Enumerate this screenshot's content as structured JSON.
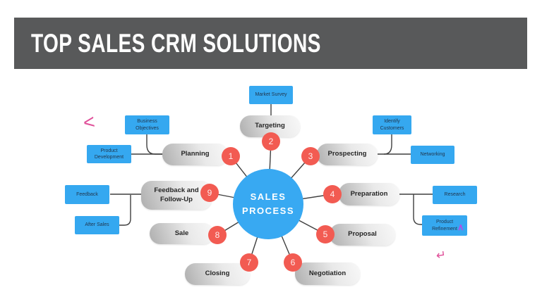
{
  "header": {
    "title": "TOP SALES CRM SOLUTIONS"
  },
  "center": {
    "label": "SALES PROCESS"
  },
  "steps": [
    {
      "num": "1",
      "label": "Planning"
    },
    {
      "num": "2",
      "label": "Targeting"
    },
    {
      "num": "3",
      "label": "Prospecting"
    },
    {
      "num": "4",
      "label": "Preparation"
    },
    {
      "num": "5",
      "label": "Proposal"
    },
    {
      "num": "6",
      "label": "Negotiation"
    },
    {
      "num": "7",
      "label": "Closing"
    },
    {
      "num": "8",
      "label": "Sale"
    },
    {
      "num": "9",
      "label": "Feedback and Follow-Up"
    }
  ],
  "subnodes": [
    {
      "label": "Market Survey",
      "parent": "Targeting"
    },
    {
      "label": "Business Objectives",
      "parent": "Planning"
    },
    {
      "label": "Product Development",
      "parent": "Planning"
    },
    {
      "label": "Identify Customers",
      "parent": "Prospecting"
    },
    {
      "label": "Networking",
      "parent": "Prospecting"
    },
    {
      "label": "Feedback",
      "parent": "Feedback and Follow-Up"
    },
    {
      "label": "After Sales",
      "parent": "Feedback and Follow-Up"
    },
    {
      "label": "Research",
      "parent": "Preparation"
    },
    {
      "label": "Product Refinement",
      "parent": "Preparation"
    }
  ],
  "annotations": {
    "chevron": "<",
    "caret": "∧",
    "return_arrow": "↵"
  },
  "colors": {
    "header_bg": "#58595a",
    "node_blue": "#35a8f0",
    "badge_red": "#f25b52",
    "center_blue": "#38a9f2",
    "connector": "#3f3f3f",
    "annotation_pink": "#e0519a",
    "annotation_purple": "#b44ce6"
  }
}
